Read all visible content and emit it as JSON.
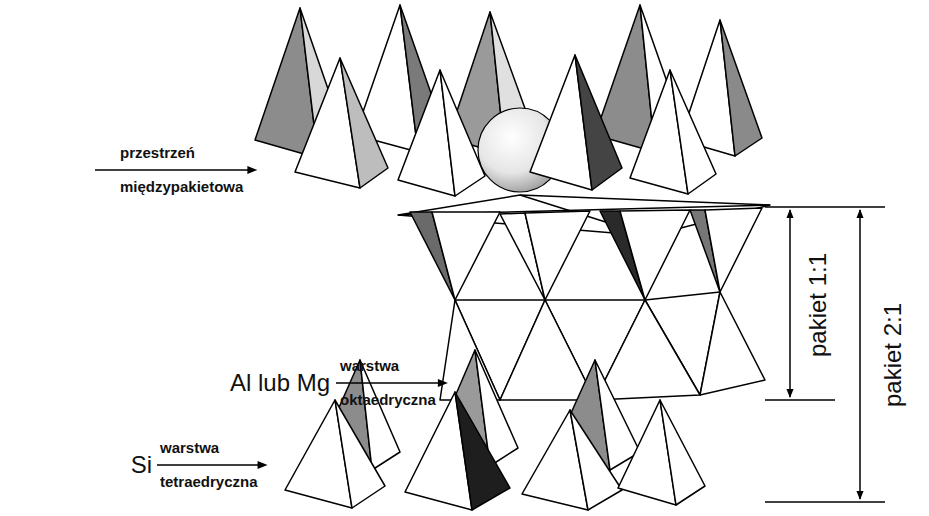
{
  "diagram": {
    "labels": [
      "przestrzeń międzypakietowa",
      "Al lub Mg",
      "warstwa oktaedryczna",
      "Si",
      "warstwa tetraedryczna",
      "pakiet 1:1",
      "pakiet 2:1"
    ]
  }
}
